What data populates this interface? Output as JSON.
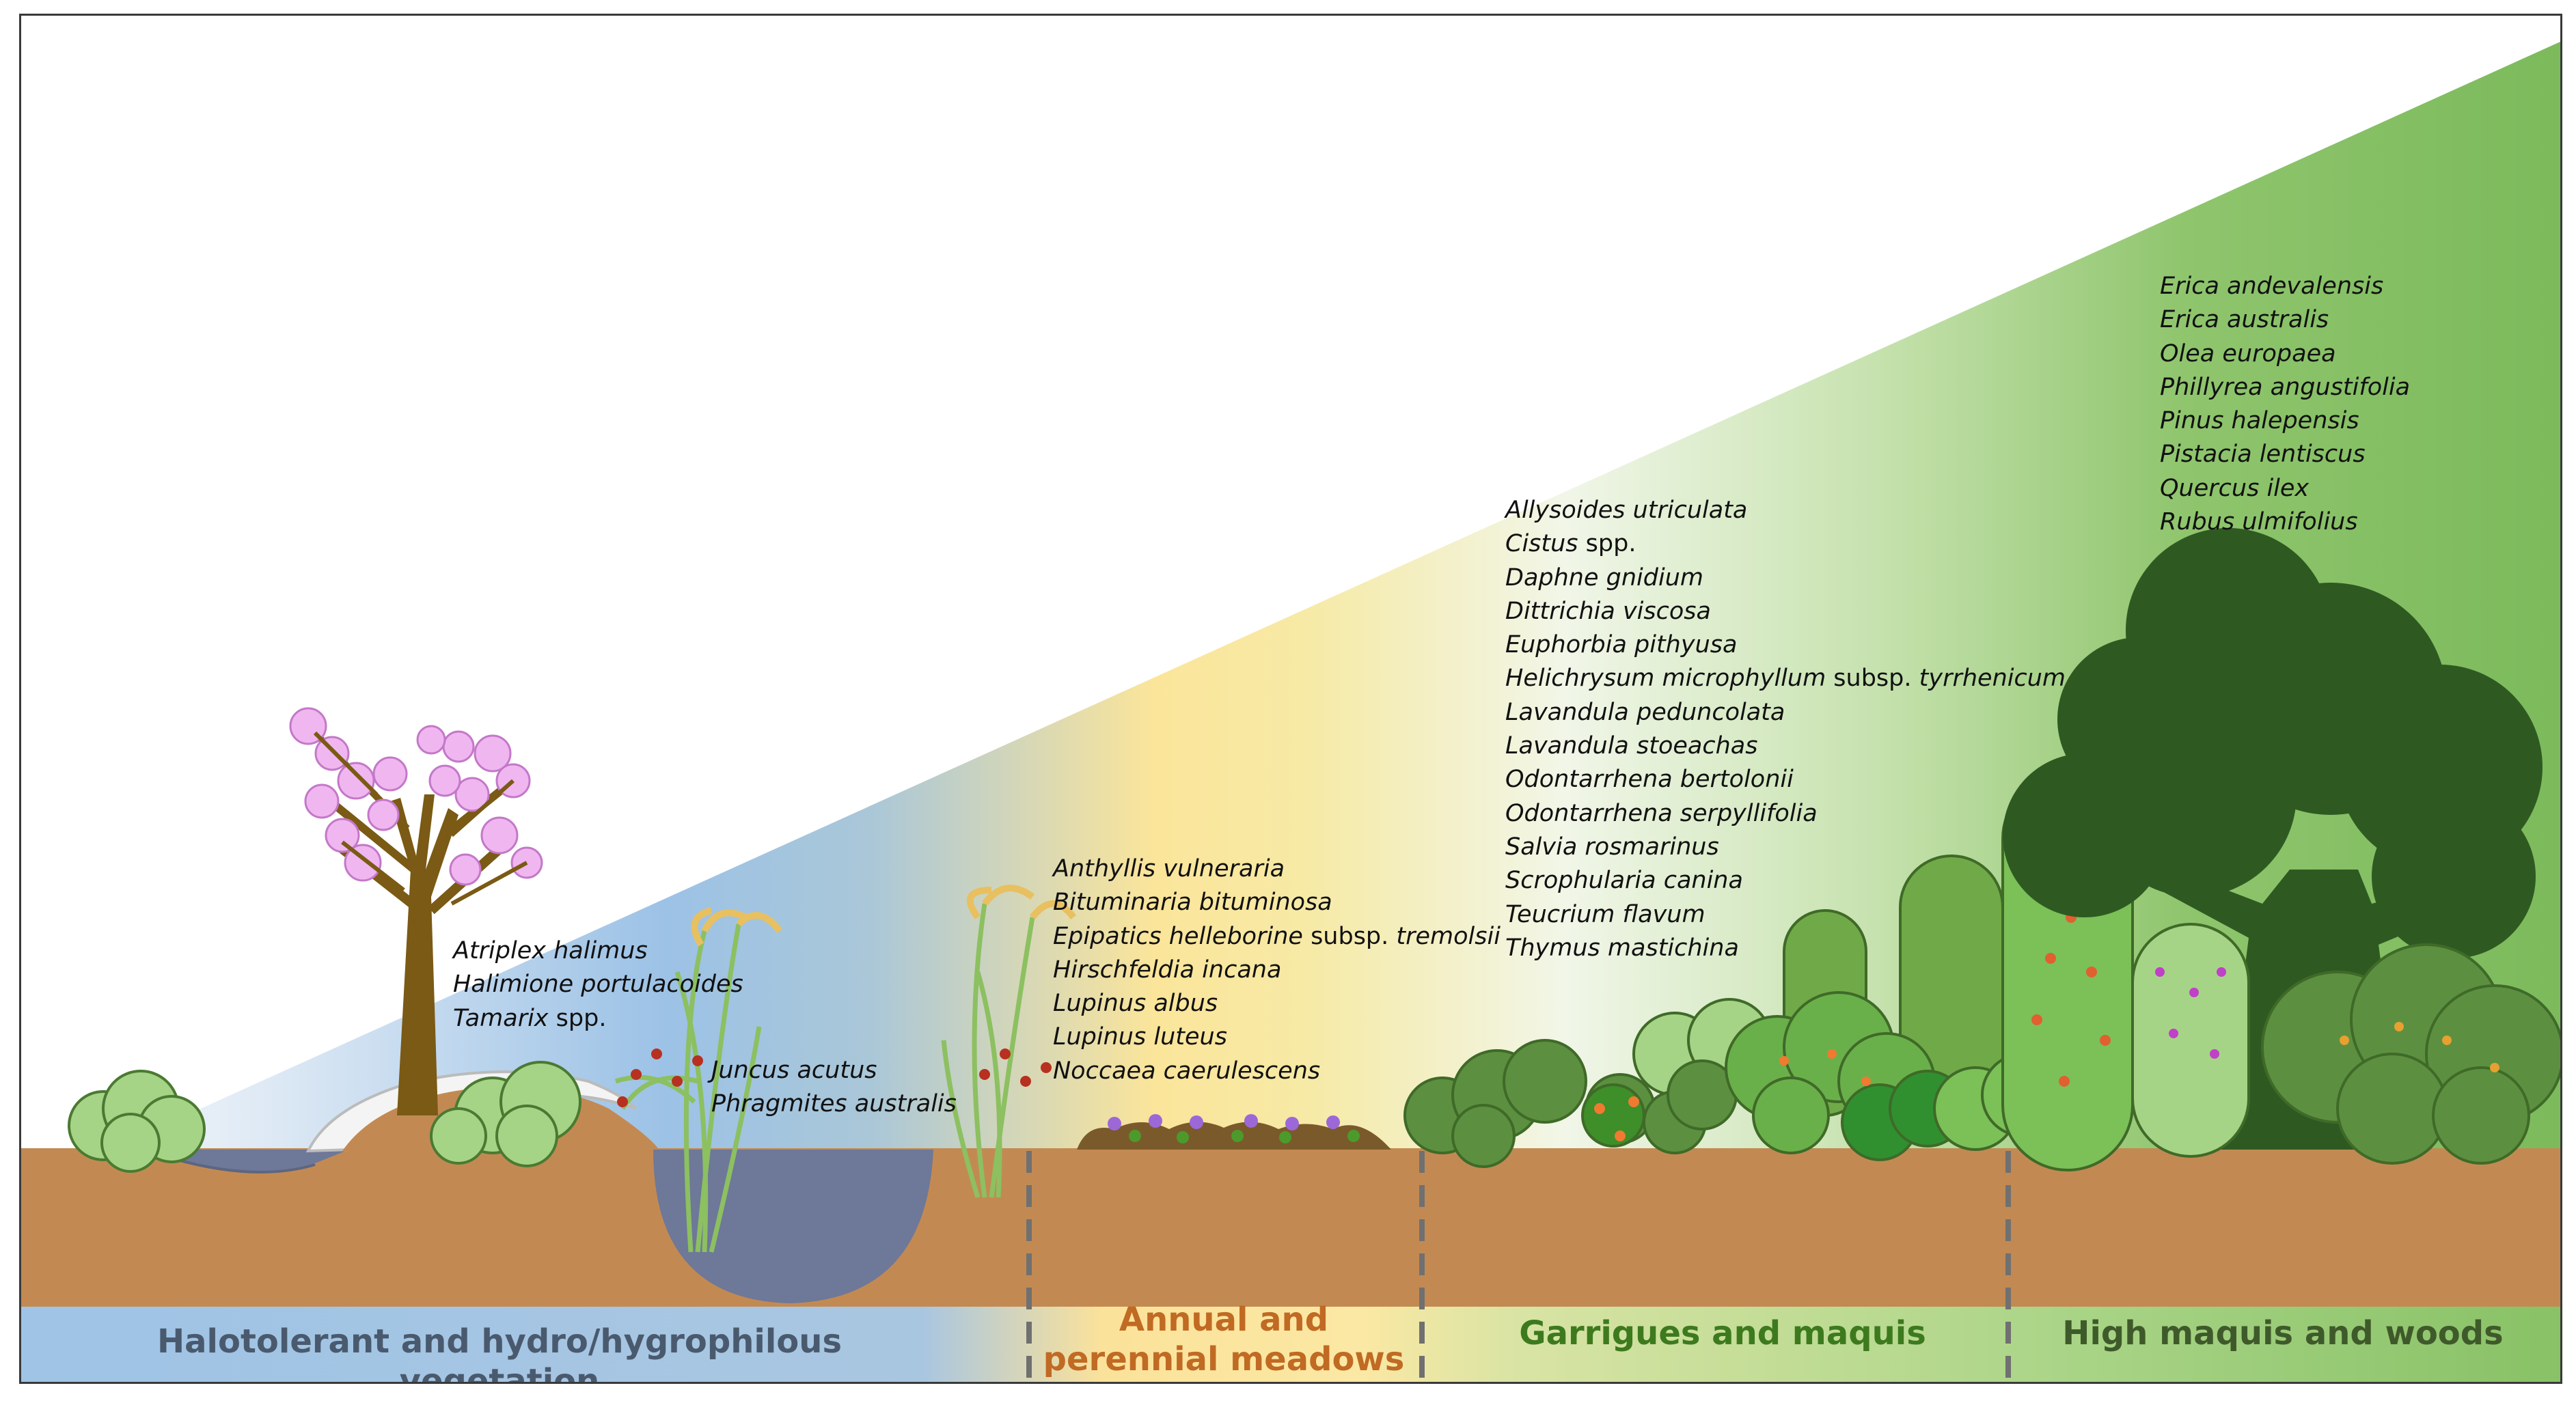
{
  "colors": {
    "soil": "#c28a52",
    "water": "#6e7898",
    "halo_band": "#9fc4e6",
    "meadow_band": "#fce39a",
    "garrigue_band": "#d2e2a6",
    "woods_band": "#8cc36a",
    "halo_text": "#4a5a6e",
    "meadow_text": "#c06a24",
    "garrigue_text": "#3d7a1e",
    "woods_text": "#3f5a2a",
    "dark_tree": "#2e5a22"
  },
  "zones": [
    {
      "id": "halo",
      "label": "Halotolerant and hydro/hygrophilous vegetation"
    },
    {
      "id": "meadow",
      "label": "Annual and perennial meadows"
    },
    {
      "id": "garrigue",
      "label": "Garrigues and maquis"
    },
    {
      "id": "woods",
      "label": "High maquis and woods"
    }
  ],
  "species_groups": {
    "halophytes": [
      {
        "name": "Atriplex halimus"
      },
      {
        "name": "Halimione portulacoides"
      },
      {
        "name": "Tamarix",
        "suffix": " spp."
      }
    ],
    "hygrophytes": [
      {
        "name": "Juncus acutus"
      },
      {
        "name": "Phragmites australis"
      }
    ],
    "meadows": [
      {
        "name": "Anthyllis vulneraria"
      },
      {
        "name": "Bituminaria bituminosa"
      },
      {
        "name": "Epipatics helleborine",
        "suffix": " subsp. ",
        "name2": "tremolsii"
      },
      {
        "name": "Hirschfeldia incana"
      },
      {
        "name": "Lupinus albus"
      },
      {
        "name": "Lupinus luteus"
      },
      {
        "name": "Noccaea caerulescens"
      }
    ],
    "garrigues": [
      {
        "name": "Allysoides utriculata"
      },
      {
        "name": "Cistus",
        "suffix": " spp."
      },
      {
        "name": "Daphne gnidium"
      },
      {
        "name": "Dittrichia viscosa"
      },
      {
        "name": "Euphorbia pithyusa"
      },
      {
        "name": "Helichrysum microphyllum",
        "suffix": " subsp. ",
        "name2": "tyrrhenicum"
      },
      {
        "name": "Lavandula peduncolata"
      },
      {
        "name": "Lavandula stoeachas"
      },
      {
        "name": "Odontarrhena bertolonii"
      },
      {
        "name": "Odontarrhena serpyllifolia"
      },
      {
        "name": "Salvia rosmarinus"
      },
      {
        "name": "Scrophularia canina"
      },
      {
        "name": "Teucrium flavum"
      },
      {
        "name": "Thymus mastichina"
      }
    ],
    "woods": [
      {
        "name": "Erica andevalensis"
      },
      {
        "name": "Erica australis"
      },
      {
        "name": "Olea europaea"
      },
      {
        "name": "Phillyrea angustifolia"
      },
      {
        "name": "Pinus halepensis"
      },
      {
        "name": "Pistacia lentiscus"
      },
      {
        "name": "Quercus ilex"
      },
      {
        "name": "Rubus ulmifolius"
      }
    ]
  }
}
